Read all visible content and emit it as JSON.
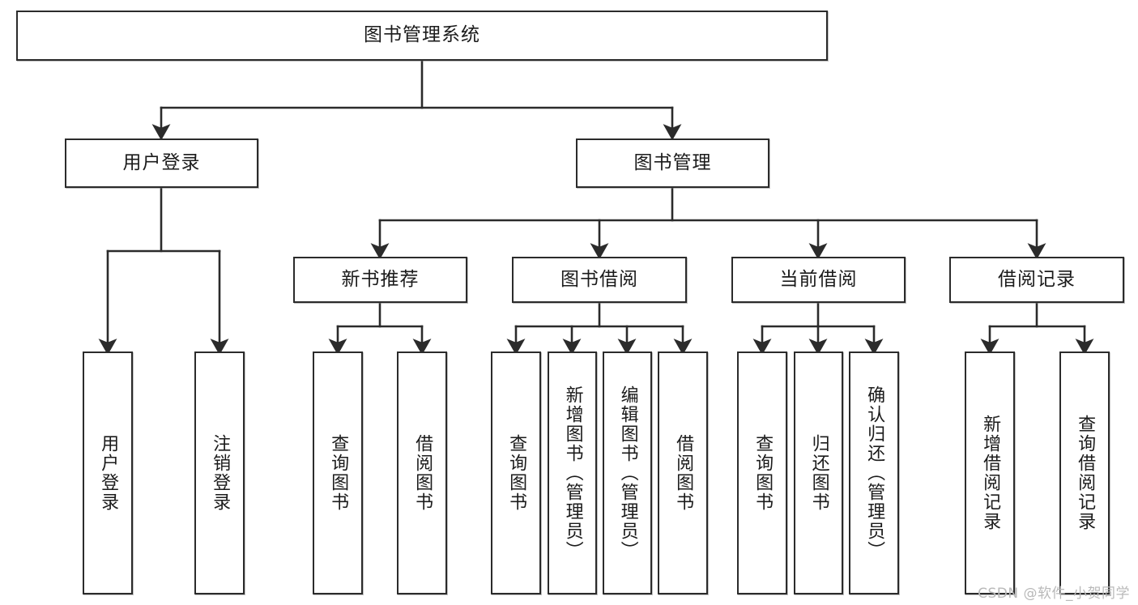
{
  "diagram": {
    "title": "图书管理系统",
    "watermark": "CSDN @软件_小贺同学",
    "levels": {
      "root": {
        "label": "图书管理系统"
      },
      "level2": [
        {
          "label": "用户登录"
        },
        {
          "label": "图书管理"
        }
      ],
      "level3": [
        {
          "label": "新书推荐"
        },
        {
          "label": "图书借阅"
        },
        {
          "label": "当前借阅"
        },
        {
          "label": "借阅记录"
        }
      ],
      "leaves_login": [
        {
          "label": "用户登录"
        },
        {
          "label": "注销登录"
        }
      ],
      "leaves_newbook": [
        {
          "label": "查询图书"
        },
        {
          "label": "借阅图书"
        }
      ],
      "leaves_borrow": [
        {
          "label": "查询图书"
        },
        {
          "label": "新增图书（管理员）"
        },
        {
          "label": "编辑图书（管理员）"
        },
        {
          "label": "借阅图书"
        }
      ],
      "leaves_current": [
        {
          "label": "查询图书"
        },
        {
          "label": "归还图书"
        },
        {
          "label": "确认归还（管理员）"
        }
      ],
      "leaves_records": [
        {
          "label": "新增借阅记录"
        },
        {
          "label": "查询借阅记录"
        }
      ]
    },
    "colors": {
      "stroke": "#2b2b2b",
      "fill": "#ffffff",
      "text": "#1b1b1b",
      "watermark": "#b9b9b9"
    }
  }
}
